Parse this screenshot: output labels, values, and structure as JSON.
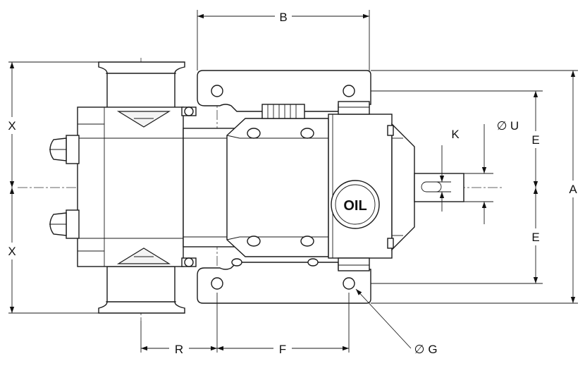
{
  "dimensions": {
    "A": "A",
    "B": "B",
    "E_top": "E",
    "E_bottom": "E",
    "F": "F",
    "G": "G",
    "K": "K",
    "R": "R",
    "U": "U",
    "X_top": "X",
    "X_bottom": "X"
  },
  "diameter_symbol": "∅",
  "pump_labels": {
    "oil_plug": "OIL"
  }
}
